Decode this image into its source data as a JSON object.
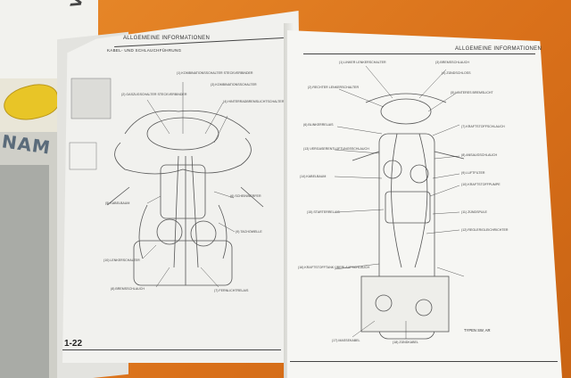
{
  "left_page": {
    "header": "ALLGEMEINE INFORMATIONEN",
    "subheader": "KABEL- UND SCHLAUCHFÜHRUNG",
    "page_number": "1-22",
    "labels": [
      "(1) KOMBINATIONSSCHALTER STECKVERBINDER",
      "(2) GASZUGSCHALTER STECKVERBINDER",
      "(3) KOMBINATIONSSCHALTER",
      "(4) HINTERRADBREMSLICHTSCHALTER",
      "(5) KABELBAUM",
      "(6) SCHEINWERFER",
      "(7) FERNLICHTRELAIS",
      "(8) BREMSSCHLAUCH",
      "(9) TACHOWELLE",
      "(10) LENKERSCHALTER"
    ]
  },
  "right_page": {
    "header": "ALLGEMEINE INFORMATIONEN",
    "labels_top": [
      "(1) LINKER LENKERSCHALTER",
      "(2) RECHTER LENKERSCHALTER",
      "(3) BREMSSCHLAUCH",
      "(4) ZÜNDSCHLOSS",
      "(5) HINTERES BREMSLICHT",
      "(6) BLINKERRELAIS"
    ],
    "labels_right": [
      "(7) KRAFTSTOFFSCHLAUCH",
      "(8) ANSAUGSCHLAUCH",
      "(9) LUFTFILTER",
      "(10) KRAFTSTOFFPUMPE",
      "(11) ZÜNDSPULE",
      "(12) REGLER/GLEICHRICHTER"
    ],
    "labels_left": [
      "(13) VERGASERENTLÜFTUNGSSCHLAUCH",
      "(14) KABELBAUM",
      "(15) STARTERRELAIS",
      "(16) KRAFTSTOFFTANK ÜBERLAUFSCHLAUCH"
    ],
    "labels_bottom": [
      "(17) MASSEKABEL",
      "(18) ZÜNDKABEL"
    ],
    "caption": "TYPEN SW, AR"
  },
  "box": {
    "side_text": "NAM",
    "logo": "VEG"
  }
}
